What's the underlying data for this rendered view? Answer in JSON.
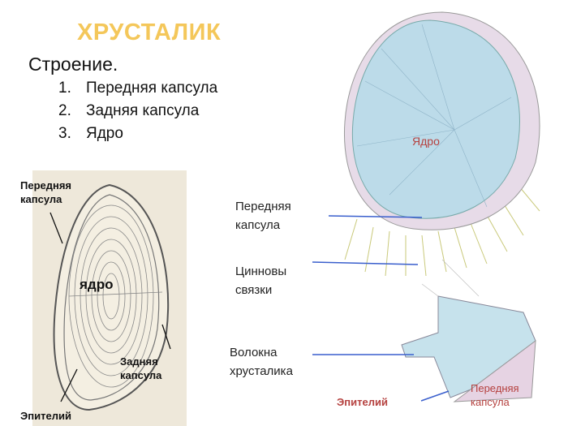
{
  "title": "ХРУСТАЛИК",
  "subtitle": "Строение.",
  "list": [
    {
      "num": "1.",
      "text": "Передняя капсула"
    },
    {
      "num": "2.",
      "text": "Задняя капсула"
    },
    {
      "num": "3.",
      "text": "Ядро"
    }
  ],
  "left_figure": {
    "anterior_capsule": [
      "Передняя",
      "капсула"
    ],
    "nucleus": "ядро",
    "posterior_capsule": [
      "Задняя",
      "капсула"
    ],
    "epithelium": "Эпителий"
  },
  "right_figure": {
    "nucleus": "Ядро",
    "anterior_capsule": [
      "Передняя",
      "капсула"
    ],
    "zonules": [
      "Цинновы",
      "связки"
    ],
    "fibers": [
      "Волокна",
      "хрусталика"
    ],
    "epithelium": "Эпителий",
    "detail_capsule": [
      "Передняя",
      "капсула"
    ]
  },
  "colors": {
    "title": "#f4c75a",
    "red_label": "#b5413f",
    "pointer": "#3a5fcd"
  }
}
